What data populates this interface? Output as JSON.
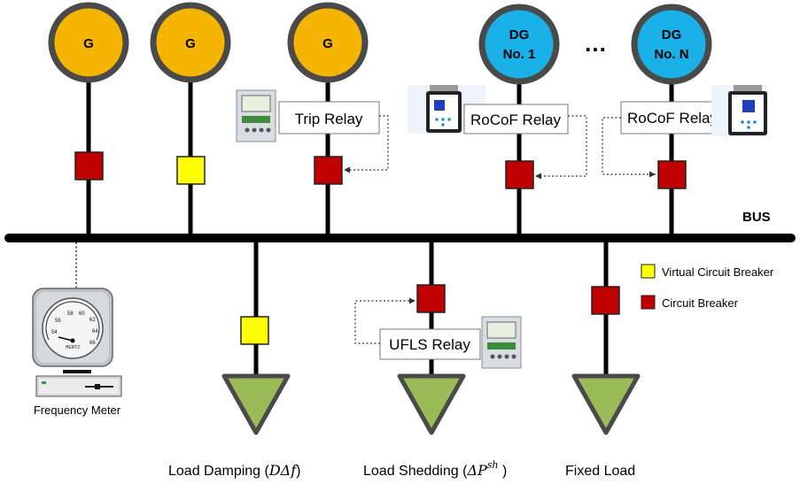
{
  "generators": [
    {
      "label_line1": "G",
      "label_line2": ""
    },
    {
      "label_line1": "G",
      "label_line2": ""
    },
    {
      "label_line1": "G",
      "label_line2": ""
    },
    {
      "label_line1": "DG",
      "label_line2": "No. 1"
    },
    {
      "label_line1": "DG",
      "label_line2": "No. N"
    }
  ],
  "ellipsis": "…",
  "bus_label": "BUS",
  "relays": {
    "trip": "Trip Relay",
    "rocof1": "RoCoF Relay",
    "rocofN": "RoCoF Relay",
    "ufls": "UFLS Relay"
  },
  "legend": {
    "virtual_cb": "Virtual Circuit Breaker",
    "cb": "Circuit Breaker"
  },
  "loads": {
    "damping_prefix": "Load Damping (",
    "damping_math": "DΔf",
    "damping_suffix": ")",
    "shedding_prefix": "Load Shedding (",
    "shedding_math": "ΔP",
    "shedding_sup": "sh",
    "shedding_suffix": " )",
    "fixed": "Fixed Load"
  },
  "meter": {
    "caption": "Frequency Meter",
    "scale": [
      "58",
      "60",
      "62",
      "56",
      "64",
      "54",
      "66"
    ],
    "unit": "HERTZ"
  },
  "colors": {
    "generator_fill": "#f5b400",
    "dg_fill": "#1ab0e8",
    "ring": "#4a4a4a",
    "breaker": "#c00000",
    "virtual_breaker": "#ffff00",
    "load_fill": "#9bbb59"
  }
}
